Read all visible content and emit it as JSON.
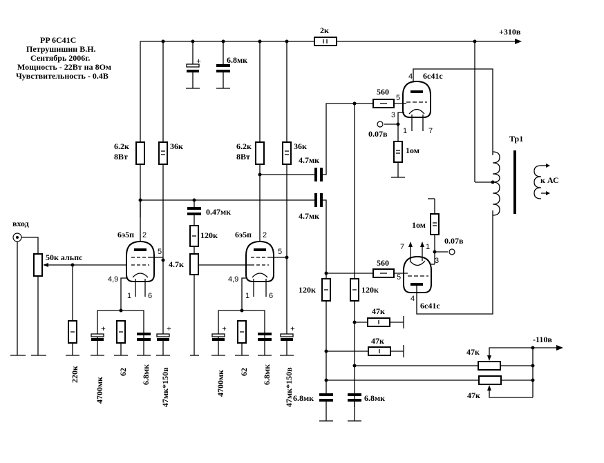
{
  "title_block": {
    "lines": [
      "PP 6C41C",
      "Петрушишин В.Н.",
      "Сентябрь 2006г.",
      "Мощность - 22Вт на 8Ом",
      "Чувствительность - 0.4В"
    ]
  },
  "supply": {
    "positive": "+310в",
    "negative": "-110в",
    "series_resistor": "2к"
  },
  "input": {
    "label": "вход",
    "volume_pot": "50к альпс"
  },
  "tubes": {
    "driver1": {
      "type": "6э5п",
      "pins": {
        "anode": "2",
        "screen": "5",
        "cathode": "4,9",
        "heater_a": "1",
        "heater_b": "6"
      }
    },
    "driver2": {
      "type": "6э5п",
      "pins": {
        "anode": "2",
        "screen": "5",
        "cathode": "4,9",
        "heater_a": "1",
        "heater_b": "6"
      }
    },
    "output_top": {
      "type": "6с41с",
      "pins": {
        "anode": "4",
        "grid": "5",
        "cathode": "3",
        "heater_a": "1",
        "heater_b": "7"
      }
    },
    "output_bottom": {
      "type": "6с41с",
      "pins": {
        "anode": "4",
        "grid": "5",
        "cathode": "3",
        "heater_a": "1",
        "heater_b": "7"
      }
    }
  },
  "components": {
    "supply_cap": "6.8мк",
    "anode_res1": [
      "6.2к",
      "8Вт"
    ],
    "anode_res2": [
      "6.2к",
      "8Вт"
    ],
    "screen_res1": "36к",
    "screen_res2": "36к",
    "coupling_cap_top": "4.7мк",
    "coupling_cap_bottom": "4.7мк",
    "feedback_cap": "0.47мк",
    "feedback_res": "120к",
    "feedback_pot": "4.7к",
    "grid_res_in": "220к",
    "cathode_cap1": "4700мк",
    "cathode_res1": "62",
    "cathode_bypass1": "6.8мк",
    "screen_cap1": "47мк*150в",
    "cathode_cap2": "4700мк",
    "cathode_res2": "62",
    "cathode_bypass2": "6.8мк",
    "screen_cap2": "47мк*150в",
    "grid_stop_top": "560",
    "grid_stop_bottom": "560",
    "cathode_sense_top": "1ом",
    "cathode_sense_bottom": "1ом",
    "test_voltage_top": "0.07в",
    "test_voltage_bottom": "0.07в",
    "grid_leak_left": "120к",
    "grid_leak_right": "120к",
    "grid_res_47_top": "47к",
    "grid_res_47_bottom": "47к",
    "bias_pot_top": "47к",
    "bias_pot_bottom": "47к",
    "bias_cap_left": "6.8мк",
    "bias_cap_right": "6.8мк"
  },
  "transformer": {
    "name": "Тр1",
    "output": "к АС"
  }
}
